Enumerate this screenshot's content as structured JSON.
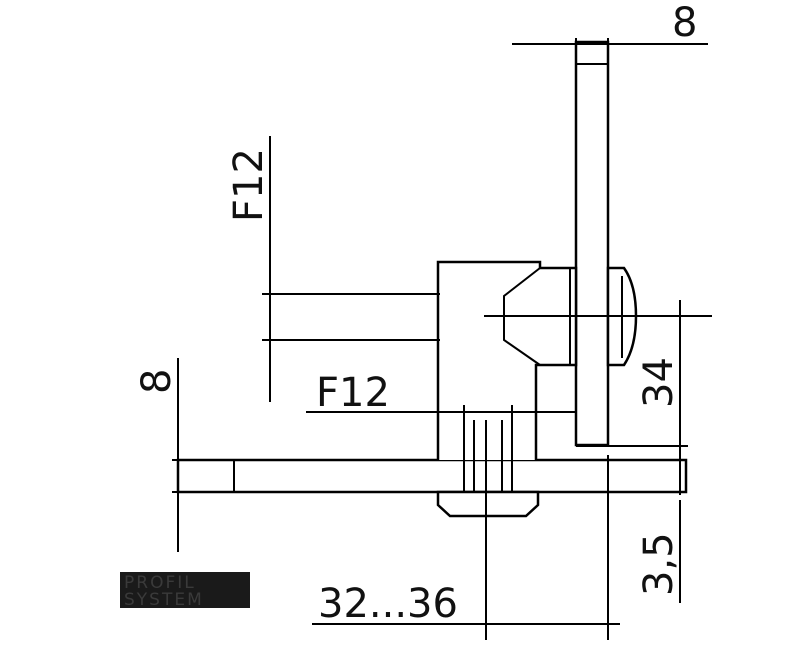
{
  "dimensions": {
    "top_width": "8",
    "f12_vertical": "F12",
    "f12_horizontal": "F12",
    "left_height": "8",
    "right_height": "34",
    "right_small": "3,5",
    "bottom_range": "32...36"
  },
  "logo": {
    "line1": "PROFIL",
    "line2": "SYSTEM"
  }
}
